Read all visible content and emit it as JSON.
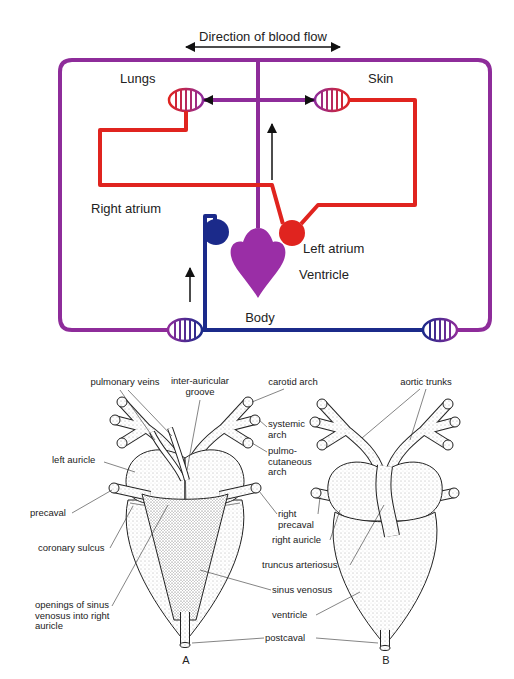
{
  "diagram": {
    "nodes": [
      {
        "text": [
          "Lungs"
        ]
      },
      {
        "text": [
          "Skin"
        ]
      },
      {
        "text": [
          "Right atrium"
        ]
      },
      {
        "text": [
          "Left atrium"
        ]
      },
      {
        "text": [
          "Ventricle"
        ]
      }
    ],
    "edges": [
      {
        "from": 4,
        "to": 0,
        "arrow": "to"
      },
      {
        "from": 4,
        "to": 1,
        "arrow": "to"
      },
      {
        "from": 0,
        "to": 3,
        "arrow": "none"
      },
      {
        "from": 1,
        "to": 3,
        "arrow": "none"
      }
    ],
    "labels": [
      "Direction of blood flow",
      "Body",
      "pulmonary veins",
      "inter-auricular groove",
      "carotid arch",
      "aortic trunks",
      "systemic arch",
      "pulmo- cutaneous arch",
      "left auricle",
      "precaval",
      "right precaval",
      "coronary sulcus",
      "right auricle",
      "truncus arteriosus",
      "sinus venosus",
      "openings of sinus venosus into right auricle",
      "ventricle",
      "postcaval",
      "A",
      "B"
    ]
  }
}
